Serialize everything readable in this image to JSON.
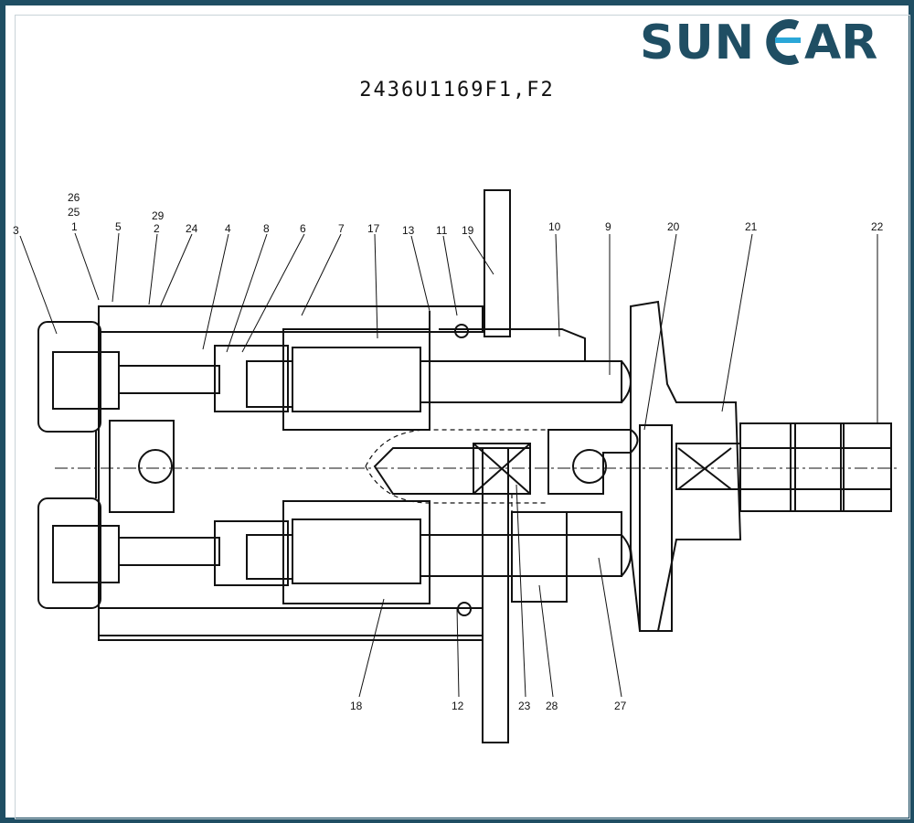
{
  "brand": {
    "logo_text": "SUNCAR",
    "color_primary": "#1f4e63",
    "color_accent": "#2aa7d8"
  },
  "drawing": {
    "title": "2436U1169F1,F2",
    "part_labels": {
      "p26": "26",
      "p25": "25",
      "p1": "1",
      "p3": "3",
      "p5": "5",
      "p29": "29",
      "p2": "2",
      "p24": "24",
      "p4": "4",
      "p8": "8",
      "p6": "6",
      "p7": "7",
      "p17": "17",
      "p13": "13",
      "p11": "11",
      "p19": "19",
      "p10": "10",
      "p9": "9",
      "p20": "20",
      "p21": "21",
      "p22": "22",
      "p18": "18",
      "p12": "12",
      "p23": "23",
      "p28": "28",
      "p27": "27"
    }
  }
}
